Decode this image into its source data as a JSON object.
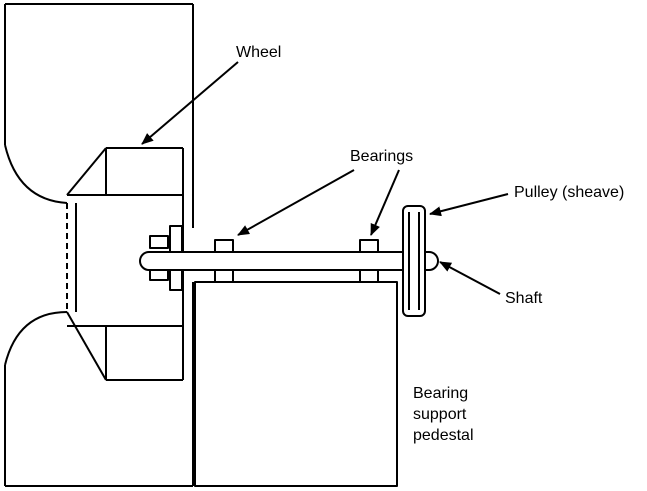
{
  "labels": {
    "wheel": "Wheel",
    "bearings": "Bearings",
    "pulley": "Pulley (sheave)",
    "shaft": "Shaft",
    "pedestal": [
      "Bearing",
      "support",
      "pedestal"
    ]
  },
  "colors": {
    "stroke": "#000000",
    "background": "#ffffff"
  }
}
